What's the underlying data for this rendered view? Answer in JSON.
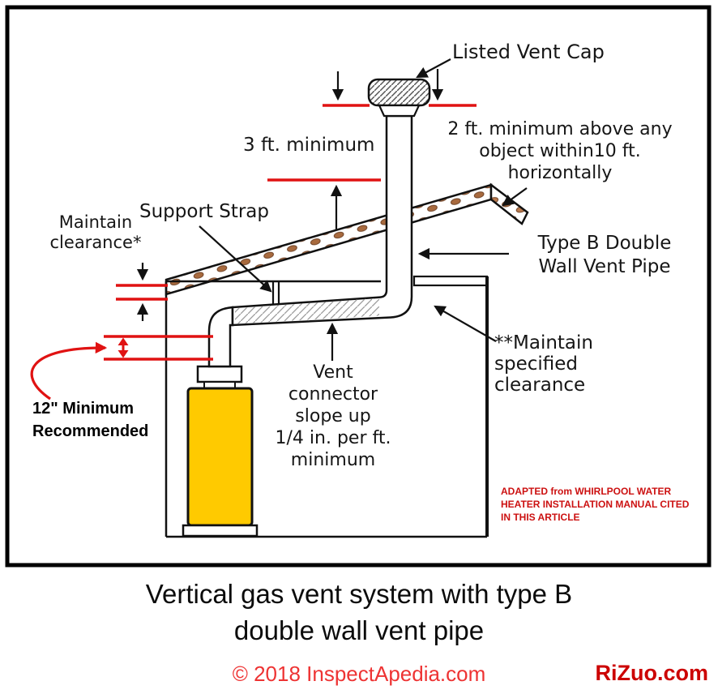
{
  "colors": {
    "clearance_red": "#e01212",
    "footer_red": "#ee3333",
    "brand_red": "#cc0000",
    "note_red": "#cc1111",
    "heater_yellow": "#ffca00",
    "roof_brown": "#b0703f",
    "roof_brown_dark": "#6e4226",
    "ink": "#111111"
  },
  "diagram": {
    "labels": {
      "listed_vent_cap": "Listed Vent Cap",
      "three_ft_minimum": "3 ft. minimum",
      "two_ft_minimum": [
        "2 ft. minimum above any",
        "object within10 ft.",
        "horizontally"
      ],
      "support_strap": "Support Strap",
      "maintain_clearance": [
        "Maintain",
        "clearance*"
      ],
      "type_b": [
        "Type B Double",
        "Wall Vent Pipe"
      ],
      "maintain_specified": [
        "**Maintain",
        "specified",
        "clearance"
      ],
      "vent_connector": [
        "Vent",
        "connector",
        "slope up",
        "1/4 in. per ft.",
        "minimum"
      ],
      "twelve_inch": [
        "12\" Minimum",
        "Recommended"
      ],
      "adapted_note": [
        "ADAPTED from WHIRLPOOL WATER",
        "HEATER INSTALLATION MANUAL CITED",
        "IN THIS ARTICLE"
      ]
    }
  },
  "caption": [
    "Vertical gas vent system with type B",
    "double wall vent pipe"
  ],
  "footer": {
    "copyright": "© 2018 InspectApedia.com",
    "brand": "RiZuo.com"
  }
}
